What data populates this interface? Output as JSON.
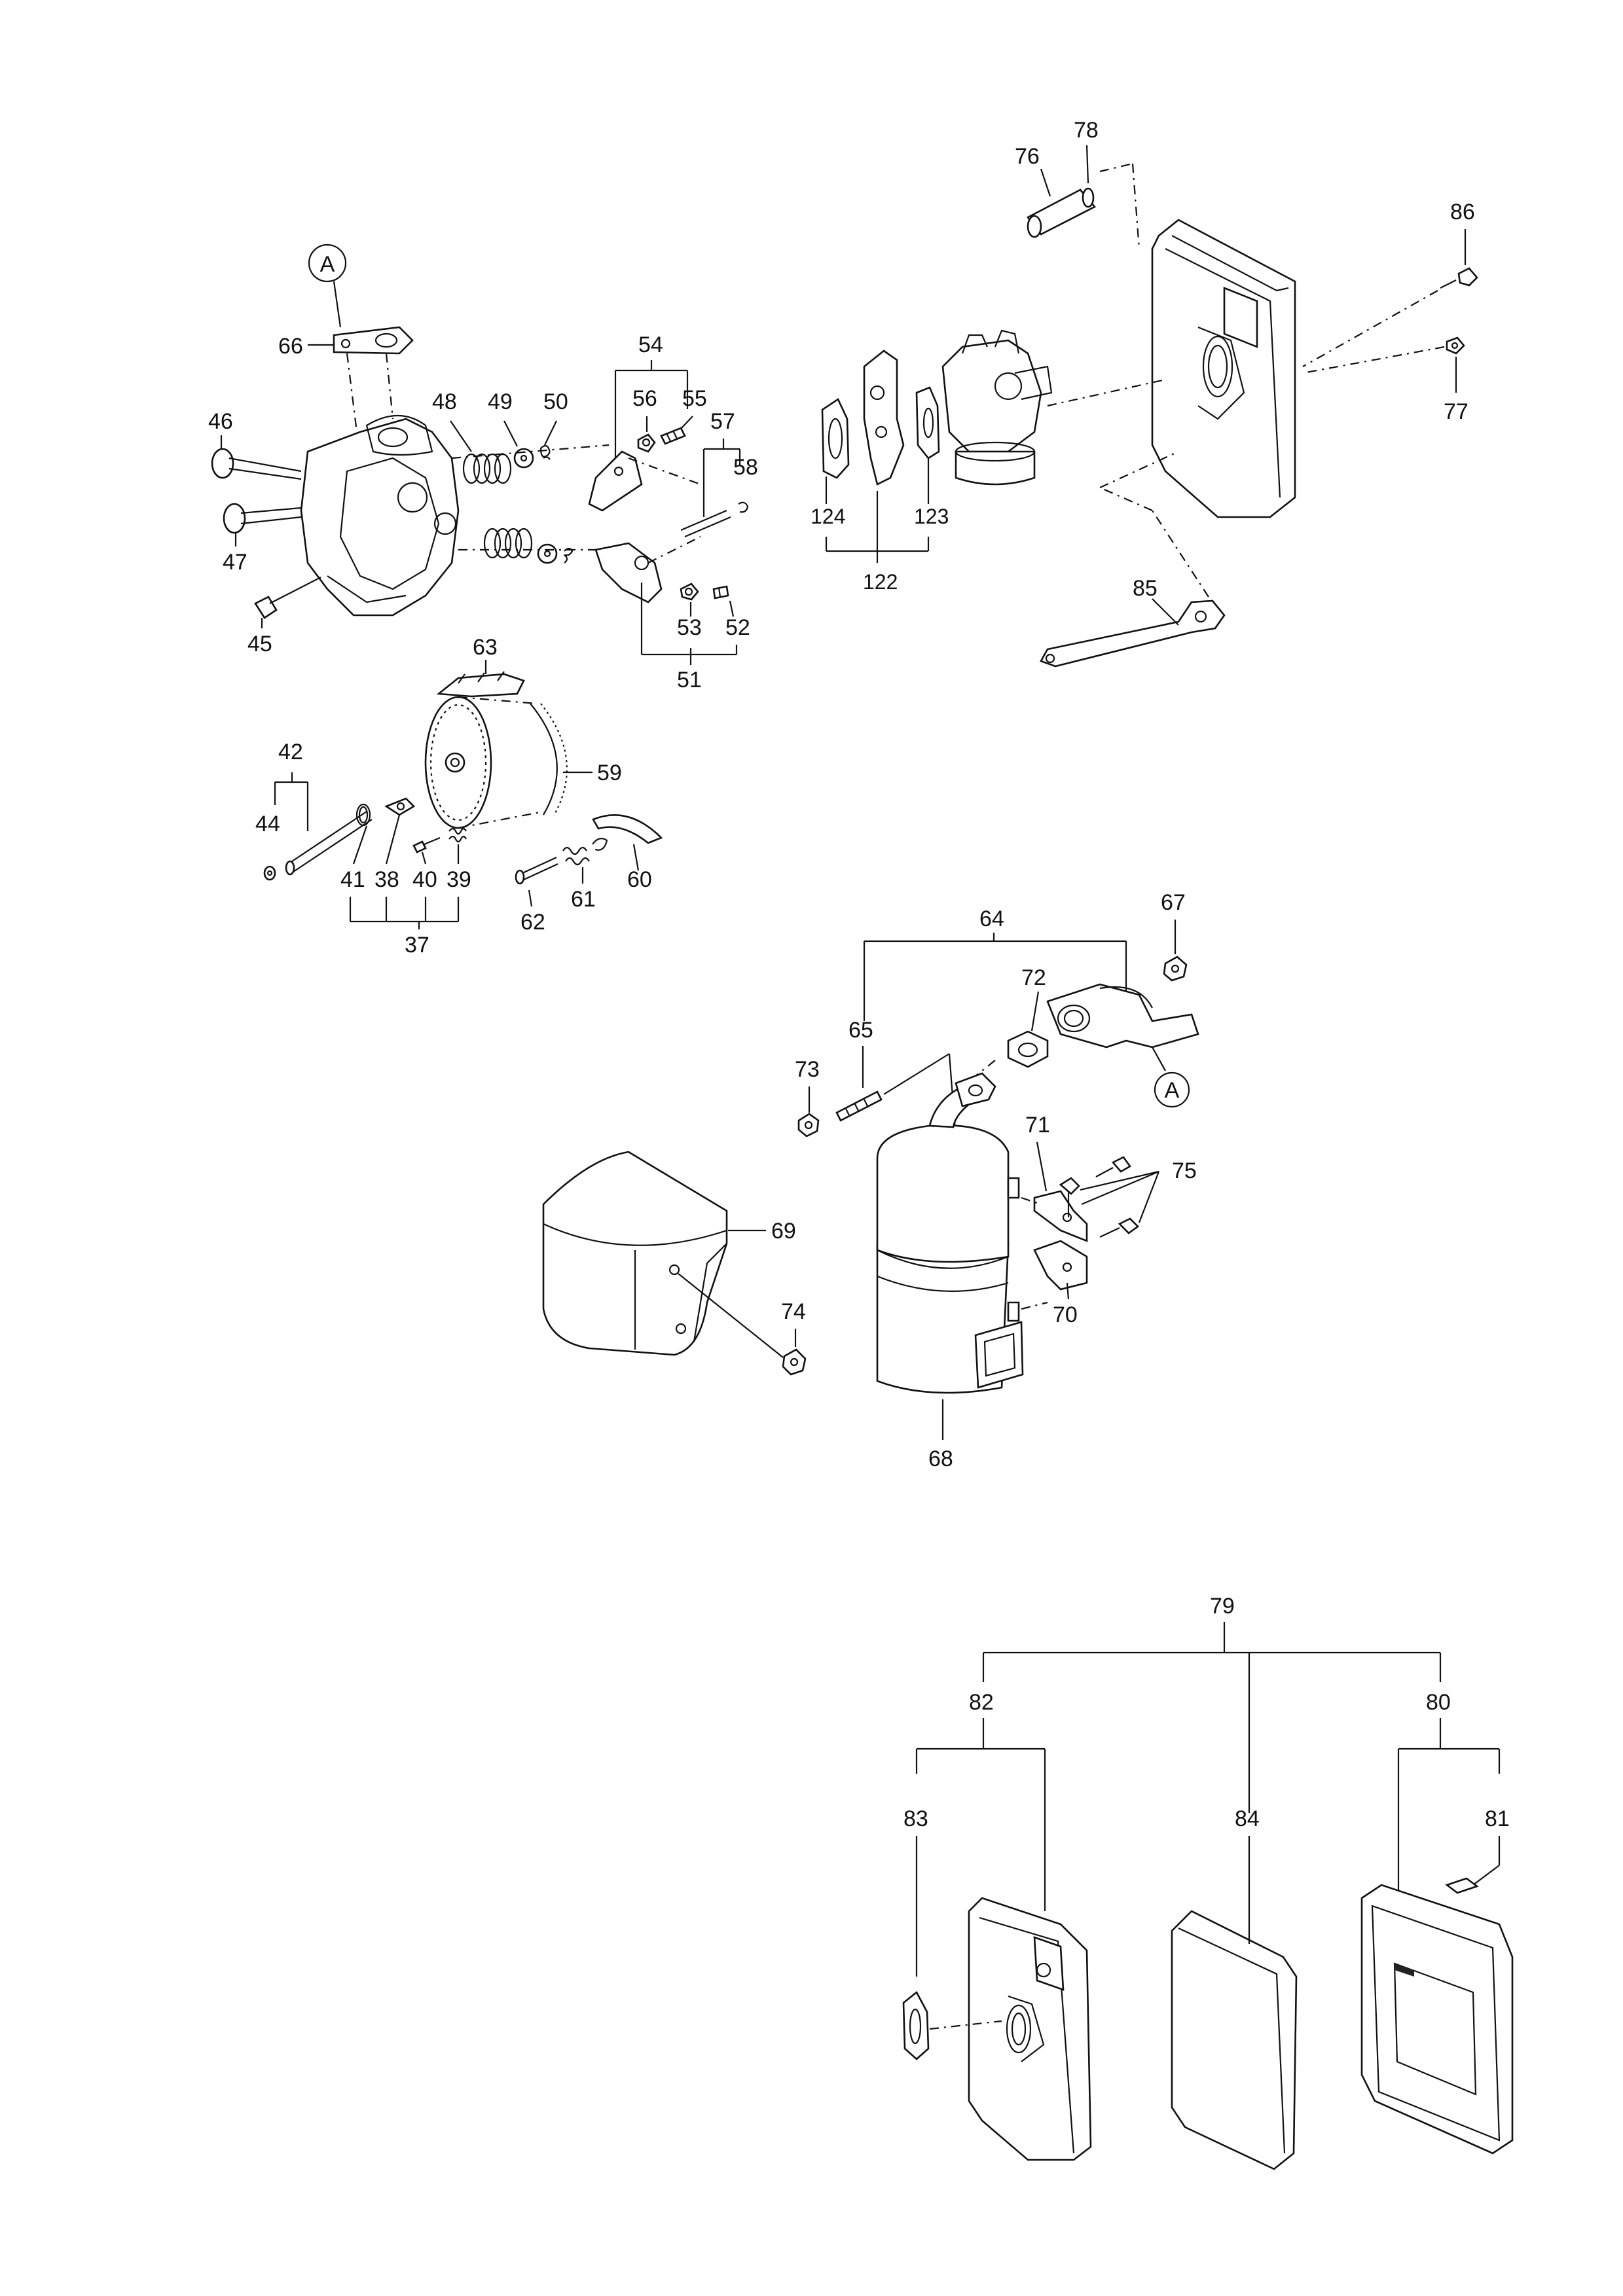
{
  "markers": {
    "A": "A"
  },
  "labels": {
    "p37": "37",
    "p38": "38",
    "p39": "39",
    "p40": "40",
    "p41": "41",
    "p42": "42",
    "p44": "44",
    "p45": "45",
    "p46": "46",
    "p47": "47",
    "p48": "48",
    "p49": "49",
    "p50": "50",
    "p51": "51",
    "p52": "52",
    "p53": "53",
    "p54": "54",
    "p55": "55",
    "p56": "56",
    "p57": "57",
    "p58": "58",
    "p59": "59",
    "p60": "60",
    "p61": "61",
    "p62": "62",
    "p63": "63",
    "p64": "64",
    "p65": "65",
    "p66": "66",
    "p67": "67",
    "p68": "68",
    "p69": "69",
    "p70": "70",
    "p71": "71",
    "p72": "72",
    "p73": "73",
    "p74": "74",
    "p75": "75",
    "p76": "76",
    "p77": "77",
    "p78": "78",
    "p79": "79",
    "p80": "80",
    "p81": "81",
    "p82": "82",
    "p83": "83",
    "p84": "84",
    "p85": "85",
    "p86": "86",
    "p122": "122",
    "p123": "123",
    "p124": "124"
  }
}
